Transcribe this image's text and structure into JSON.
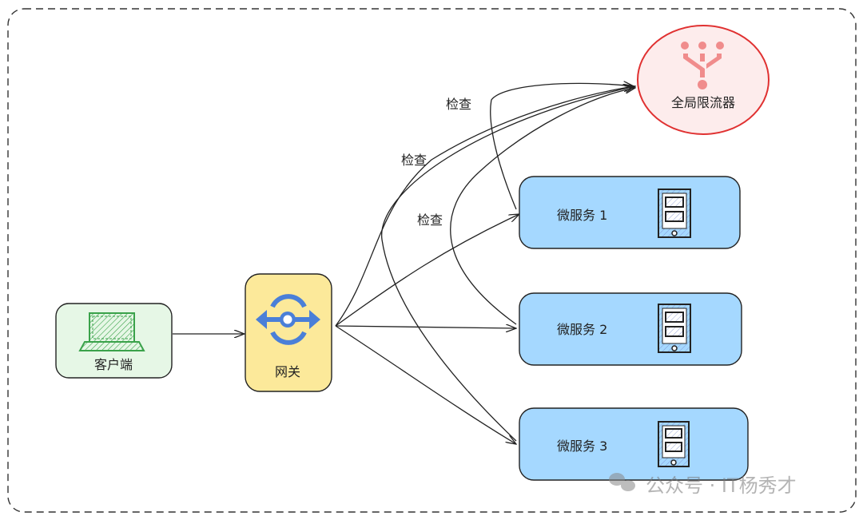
{
  "diagram": {
    "nodes": {
      "client": {
        "label": "客户端",
        "fill": "#e6f7e6",
        "icon": "laptop-icon",
        "icon_color": "#3aa24a"
      },
      "gateway": {
        "label": "网关",
        "fill": "#fce99a",
        "icon": "gateway-arrows-icon",
        "icon_color": "#4a7fd8"
      },
      "limiter": {
        "label": "全局限流器",
        "fill": "#fdecec",
        "stroke": "#e03131",
        "icon": "funnel-merge-icon",
        "icon_color": "#f08c8c"
      },
      "services": [
        {
          "label": "微服务 1",
          "fill": "#a5d8ff",
          "icon": "mobile-device-icon"
        },
        {
          "label": "微服务 2",
          "fill": "#a5d8ff",
          "icon": "mobile-device-icon"
        },
        {
          "label": "微服务 3",
          "fill": "#a5d8ff",
          "icon": "mobile-device-icon"
        }
      ]
    },
    "edge_labels": [
      "检查",
      "检查",
      "检查"
    ],
    "watermark": "公众号 · IT杨秀才"
  }
}
